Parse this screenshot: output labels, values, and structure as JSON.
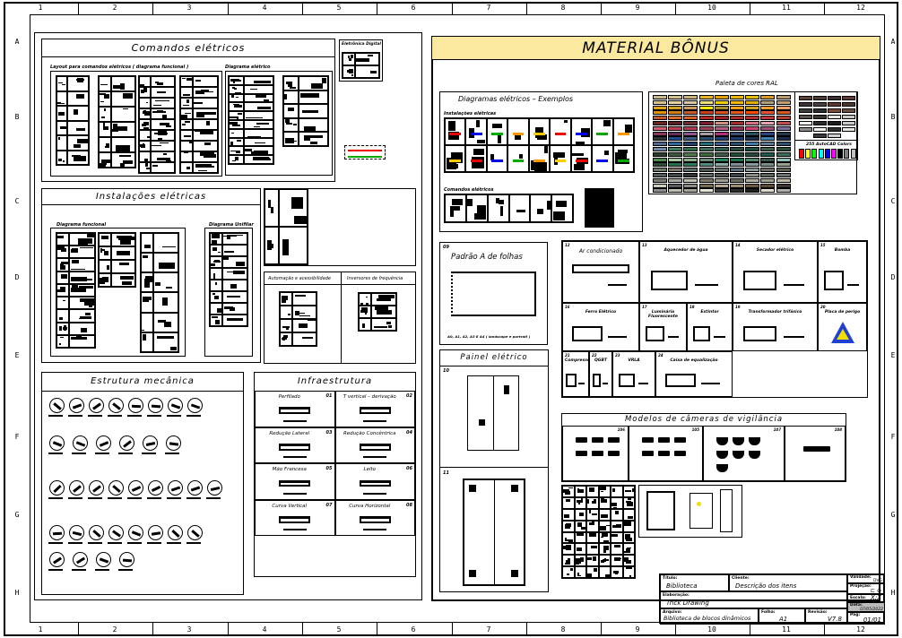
{
  "frame": {
    "columns": [
      "1",
      "2",
      "3",
      "4",
      "5",
      "6",
      "7",
      "8",
      "9",
      "10",
      "11",
      "12"
    ],
    "rows": [
      "A",
      "B",
      "C",
      "D",
      "E",
      "F",
      "G",
      "H"
    ]
  },
  "comandos": {
    "title": "Comandos elétricos",
    "layout_label": "Layout para comandos elétricos ( diagrama funcional )",
    "diagram_label": "Diagrama elétrico"
  },
  "eletronica": {
    "title": "Eletrônica Digital"
  },
  "instalacoes": {
    "title": "Instalações elétricas",
    "funcional_label": "Diagrama funcional",
    "unifilar_label": "Diagrama Unifilar"
  },
  "automacao": {
    "title": "Automação e acessibilidade"
  },
  "inversores": {
    "title": "Inversores de frequência"
  },
  "estrutura": {
    "title": "Estrutura mecânica"
  },
  "infra": {
    "title": "Infraestrutura",
    "items": [
      {
        "name": "Perfilado",
        "code": "01"
      },
      {
        "name": "T vertical – derivação",
        "code": "02"
      },
      {
        "name": "Redução Lateral",
        "code": "03"
      },
      {
        "name": "Redução Concêntrica",
        "code": "04"
      },
      {
        "name": "Mão Francesa",
        "code": "05"
      },
      {
        "name": "Leito",
        "code": "06"
      },
      {
        "name": "Curva Vertical",
        "code": "07"
      },
      {
        "name": "Curva Horizontal",
        "code": "08"
      }
    ]
  },
  "bonus": {
    "title": "MATERIAL BÔNUS",
    "header_color": "#fbe9a0",
    "diagramas": {
      "title": "Diagramas elétricos – Exemplos",
      "inst_label": "Instalações elétricas",
      "cmd_label": "Comandos elétricos"
    },
    "ral": {
      "title": "Paleta de cores RAL",
      "autocad_label": "255 AutoCAD Colors",
      "autocad_colors": [
        "#ff0000",
        "#ffff00",
        "#00ff00",
        "#00ffff",
        "#0000ff",
        "#ff00ff",
        "#000000",
        "#808080",
        "#c0c0c0"
      ],
      "rows": [
        [
          "#c8b88a",
          "#d4c08c",
          "#c9b27c",
          "#e6b422",
          "#e1a100",
          "#e6b800",
          "#e5be01",
          "#d39c2a",
          "#b89b6e"
        ],
        [
          "#d6c28a",
          "#e5d0a0",
          "#d8c9a4",
          "#ede07a",
          "#f0d000",
          "#f6b600",
          "#e2b000",
          "#b0a078",
          "#c0a070"
        ],
        [
          "#e4a010",
          "#d4a020",
          "#c89a60",
          "#f5e800",
          "#a59030",
          "#f39f18",
          "#c9a328",
          "#f1a030",
          "#f0a060"
        ],
        [
          "#e88f00",
          "#d27d15",
          "#c35a2c",
          "#c93c20",
          "#d9501e",
          "#e15520",
          "#f94a00",
          "#e55137",
          "#d45a20"
        ],
        [
          "#c3562c",
          "#d86b30",
          "#d4602c",
          "#b52a20",
          "#a02020",
          "#a62c2c",
          "#b03030",
          "#c03838",
          "#b04030"
        ],
        [
          "#6e2420",
          "#5a2024",
          "#6c2c30",
          "#7c2030",
          "#d09080",
          "#a03030",
          "#d07080",
          "#e6a0b0",
          "#c05050"
        ],
        [
          "#d06070",
          "#c04050",
          "#b03a50",
          "#a04058",
          "#b06080",
          "#903050",
          "#d04070",
          "#a05070",
          "#8070a0"
        ],
        [
          "#883a5c",
          "#603058",
          "#8c5890",
          "#a49ca8",
          "#b03080",
          "#3c4c70",
          "#285060",
          "#304080",
          "#203848"
        ],
        [
          "#2a3438",
          "#204a8c",
          "#3c5c88",
          "#2a4a70",
          "#204070",
          "#1c3c6c",
          "#20304c",
          "#4080b0",
          "#1c2c4c"
        ],
        [
          "#4c6a8c",
          "#2c6898",
          "#20406c",
          "#1e6e7c",
          "#3c5c8c",
          "#2c4c6c",
          "#3c7ca8",
          "#5c7890",
          "#305070"
        ],
        [
          "#6c88a8",
          "#3c7c5c",
          "#306c48",
          "#3c6c58",
          "#2c5c4c",
          "#28483c",
          "#1c4c3c",
          "#3c5c4c",
          "#284c38"
        ],
        [
          "#2c3c2c",
          "#3c5c3c",
          "#4c7c4c",
          "#3c6c3c",
          "#3c5c48",
          "#204c38",
          "#28483c",
          "#1c5c4c",
          "#3c6c5c"
        ],
        [
          "#4c8c4c",
          "#a8c8a0",
          "#8cb08c",
          "#6c8c7c",
          "#20885c",
          "#1c704c",
          "#4c8c6c",
          "#38584c",
          "#8cc0b8"
        ],
        [
          "#2c4c3c",
          "#207050",
          "#287c5c",
          "#4c8c7c",
          "#88aca8",
          "#7c8c98",
          "#8c98a0",
          "#7c8c88",
          "#98a090"
        ],
        [
          "#6c7868",
          "#7c7468",
          "#5c6c68",
          "#505850",
          "#687070",
          "#5c6c78",
          "#8c9898",
          "#6c7068",
          "#5c6458"
        ],
        [
          "#505c5c",
          "#40484c",
          "#303438",
          "#5c6460",
          "#4c544c",
          "#3c4448",
          "#8c8c84",
          "#5c645c",
          "#6c7470"
        ],
        [
          "#787c74",
          "#a8a8a0",
          "#c0c0b0",
          "#807868",
          "#9c9c90",
          "#6c6c60",
          "#b0aca0",
          "#a0a090",
          "#c0b8a0"
        ],
        [
          "#d0ccbc",
          "#5c5c5c",
          "#8c8c80",
          "#7c6c50",
          "#b8a890",
          "#9c8c70",
          "#6c5840",
          "#5c4c38",
          "#403830"
        ],
        [
          "#8c8c8c",
          "#c0bcb0",
          "#a8a498",
          "#e8e4d8",
          "#3c3c3c",
          "#2c2c2c",
          "#1c1c1c",
          "#e0dcd0",
          "#b0b0a8"
        ]
      ],
      "brown_rows": [
        [
          "#5c4438",
          "#4c3c34",
          "#3c3030",
          "#5c3c34"
        ],
        [
          "#3c3434",
          "#4c4040",
          "#5c3c30",
          "#4c3830"
        ],
        [
          "#3c3c3c",
          "#2c2c2c",
          "#7c4c34",
          "#6c5040"
        ],
        [
          "#5c5448",
          "#3c3830",
          "#e8e4dc",
          "#c8c8c0"
        ],
        [
          "#f0f0f0",
          "#2c2c2c",
          "#1c1c1c",
          "#c8c8c8"
        ],
        [
          "#8c8c8c",
          "#f4f4ec",
          "#2c2c2c",
          "#e8e8e0"
        ],
        [
          "#3c3c3c",
          "#d0d0d0"
        ]
      ]
    },
    "folhas": {
      "code": "09",
      "title": "Padrão A de folhas",
      "caption": "A0, A1, A2, A3 E A4 ( landscape e portrait )"
    },
    "painel": {
      "title": "Painel elétrico",
      "codes": [
        "10",
        "11"
      ]
    },
    "equipment": [
      {
        "code": "12",
        "name": "Ar condicionado"
      },
      {
        "code": "13",
        "name": "Aquecedor de água"
      },
      {
        "code": "14",
        "name": "Secador elétrico"
      },
      {
        "code": "15",
        "name": "Bomba"
      },
      {
        "code": "16",
        "name": "Ferro Elétrico"
      },
      {
        "code": "17",
        "name": "Luminária Fluorescente"
      },
      {
        "code": "18",
        "name": "Extintor"
      },
      {
        "code": "19",
        "name": "Transformador trifásico"
      },
      {
        "code": "20",
        "name": "Placa de perigo"
      },
      {
        "code": "21",
        "name": "Compressor"
      },
      {
        "code": "22",
        "name": "QGBT"
      },
      {
        "code": "23",
        "name": "VRLA"
      },
      {
        "code": "24",
        "name": "Caixa de equalização"
      }
    ],
    "cameras": {
      "title": "Modelos de câmeras de vigilância",
      "codes": [
        "106",
        "105",
        "107",
        "108"
      ]
    },
    "danger_color": "#2040d0",
    "danger_fill": "#f0e000"
  },
  "title_block": {
    "titulo_label": "Título:",
    "titulo": "Biblioteca",
    "cliente_label": "Cliente:",
    "cliente": "Descrição dos itens",
    "validade_label": "Validade:",
    "validade": "DVG",
    "projecao_label": "Projeção:",
    "elaboracao_label": "Elaboração:",
    "elaboracao": "Trick Drawing",
    "escala_label": "Escala:",
    "escala": "X:X",
    "data_label": "Data:",
    "data": "07/05/2022",
    "arquivo_label": "Arquivo:",
    "arquivo": "Biblioteca de blocos dinâmicos",
    "folha_label": "Folha:",
    "folha": "A1",
    "revisao_label": "Revisão:",
    "revisao": "V7.8",
    "pag_label": "Pág:",
    "pag": "01/01"
  }
}
